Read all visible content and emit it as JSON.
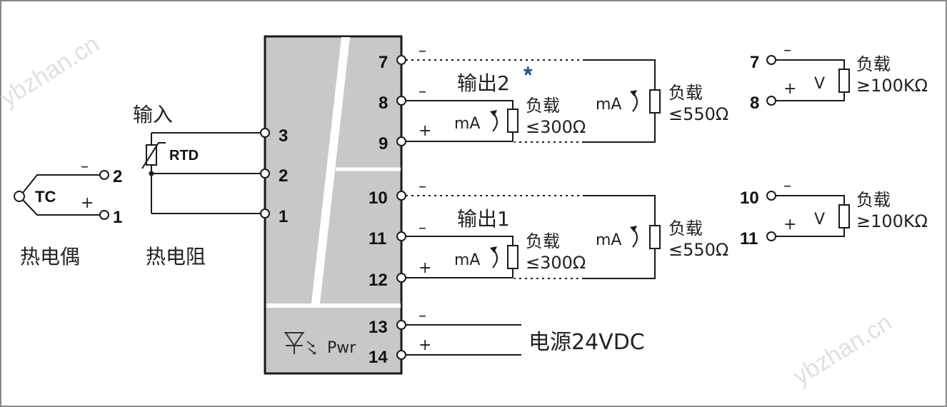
{
  "watermark": "ybzhan.cn",
  "sensors": {
    "thermocouple": {
      "symbol": "TC",
      "caption": "热电偶",
      "minus": "–",
      "plus": "+"
    },
    "rtd": {
      "symbol": "RTD",
      "caption": "热电阻",
      "input_label": "输入"
    }
  },
  "terminals": {
    "t1": "1",
    "t2": "2",
    "t3": "3",
    "t7": "7",
    "t8": "8",
    "t9": "9",
    "t10": "10",
    "t11": "11",
    "t12": "12",
    "t13": "13",
    "t14": "14"
  },
  "module": {
    "pwr_label": "Pwr"
  },
  "outputs": {
    "out2_label": "输出2",
    "out1_label": "输出1",
    "note_mark": "*",
    "ma": "mA",
    "load": "负载",
    "load_300": "≤300Ω",
    "load_550": "≤550Ω",
    "load_100k": "≥100KΩ",
    "v": "V",
    "minus": "–",
    "plus": "+"
  },
  "power": {
    "label": "电源24VDC",
    "minus": "–",
    "plus": "+"
  },
  "colors": {
    "module_fill": "#c8c8c8",
    "accent": "#1e4f9c",
    "line": "#1a1a1a"
  }
}
